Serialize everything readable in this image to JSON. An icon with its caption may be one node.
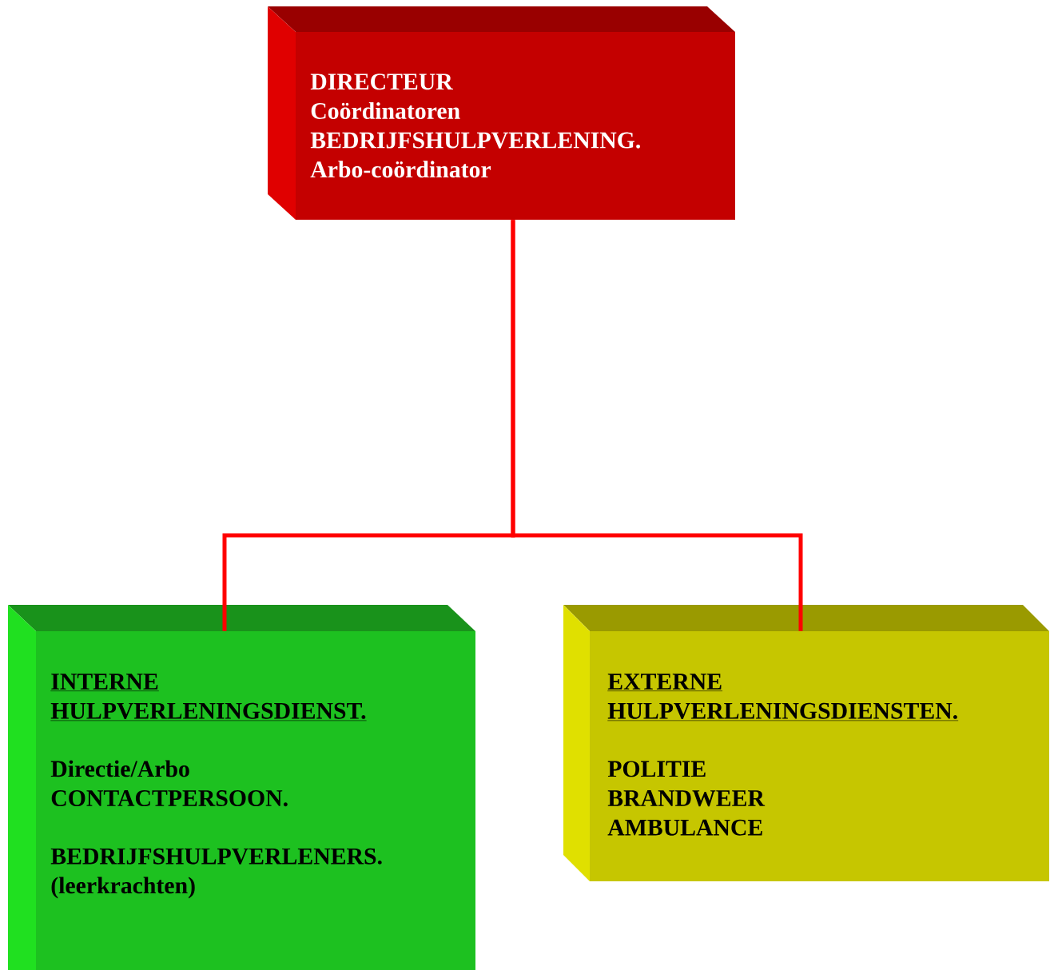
{
  "diagram": {
    "nodes": [
      {
        "text": [
          "DIRECTEUR",
          "Coördinatoren",
          "BEDRIJFSHULPVERLENING.",
          "Arbo-coördinator"
        ]
      },
      {
        "text": [
          "INTERNE",
          "HULPVERLENINGSDIENST.",
          "Directie/Arbo",
          "CONTACTPERSOON.",
          "BEDRIJFSHULPVERLENERS.",
          "(leerkrachten)"
        ]
      },
      {
        "text": [
          "EXTERNE",
          "HULPVERLENINGSDIENSTEN.",
          "POLITIE",
          "BRANDWEER",
          "AMBULANCE"
        ]
      }
    ],
    "edges": [
      {
        "from": 0,
        "to": 1,
        "arrow": "none"
      },
      {
        "from": 0,
        "to": 2,
        "arrow": "none"
      }
    ]
  }
}
